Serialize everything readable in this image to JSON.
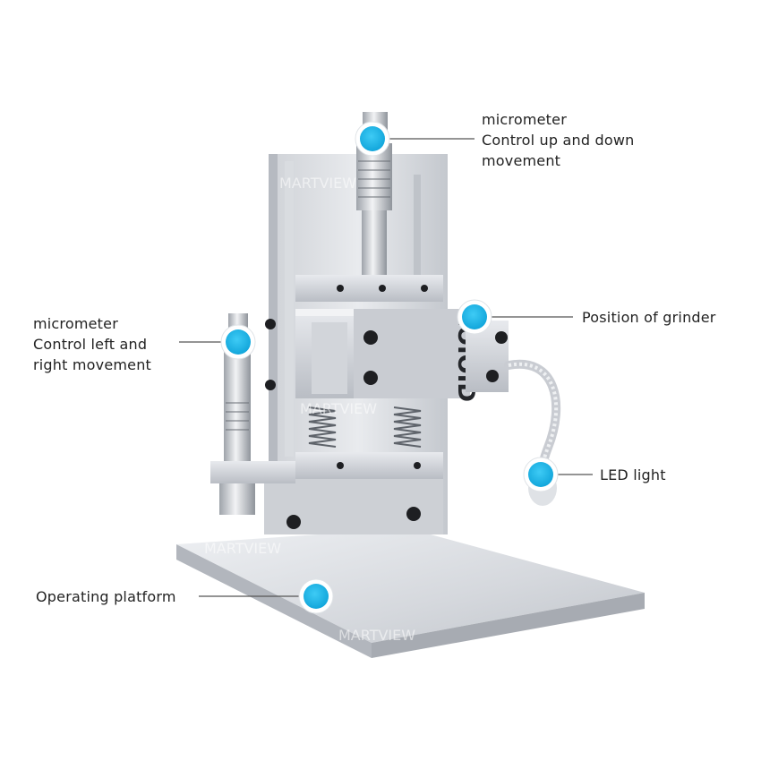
{
  "callouts": {
    "up_down": {
      "line1": "micrometer",
      "line2": "Control up and down",
      "line3": "movement"
    },
    "left_right": {
      "line1": "micrometer",
      "line2": "Control left and",
      "line3": "right movement"
    },
    "grinder": {
      "text": "Position of grinder"
    },
    "led": {
      "text": "LED light"
    },
    "platform": {
      "text": "Operating platform"
    }
  },
  "device": {
    "brand_vertical": "ZOIOID",
    "watermark": "MARTVIEW"
  },
  "colors": {
    "marker": "#1fb6e8",
    "metal_light": "#e4e6ea",
    "metal_mid": "#c7cbd1",
    "metal_dark": "#9aa0a8",
    "bolt": "#1e1f22",
    "leader_line": "#555555"
  }
}
